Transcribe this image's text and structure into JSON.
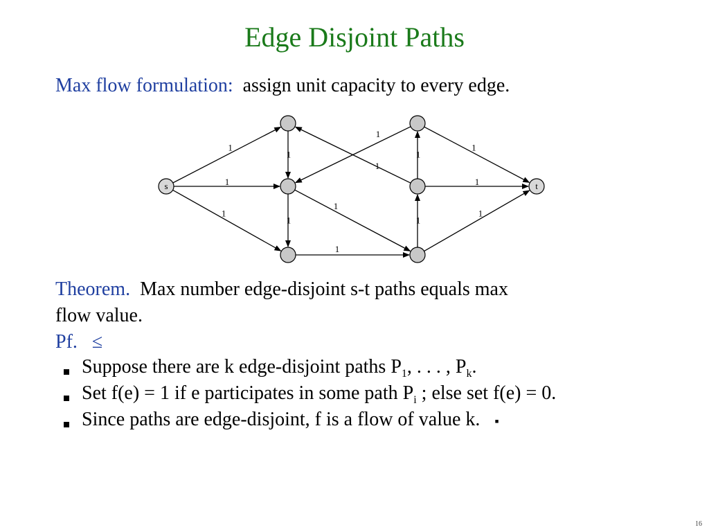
{
  "title": "Edge Disjoint Paths",
  "subtitle": {
    "label": "Max flow formulation:",
    "text": "assign unit capacity to every edge."
  },
  "graph": {
    "nodes": [
      {
        "id": "s",
        "label": "s"
      },
      {
        "id": "a",
        "label": ""
      },
      {
        "id": "b",
        "label": ""
      },
      {
        "id": "c",
        "label": ""
      },
      {
        "id": "d",
        "label": ""
      },
      {
        "id": "e",
        "label": ""
      },
      {
        "id": "f",
        "label": ""
      },
      {
        "id": "t",
        "label": "t"
      }
    ],
    "edges": [
      {
        "from": "s",
        "to": "a",
        "label": "1"
      },
      {
        "from": "s",
        "to": "b",
        "label": "1"
      },
      {
        "from": "s",
        "to": "c",
        "label": "1"
      },
      {
        "from": "a",
        "to": "b",
        "label": "1"
      },
      {
        "from": "b",
        "to": "c",
        "label": "1"
      },
      {
        "from": "c",
        "to": "f",
        "label": "1"
      },
      {
        "from": "b",
        "to": "f",
        "label": "1"
      },
      {
        "from": "d",
        "to": "b",
        "label": "1"
      },
      {
        "from": "e",
        "to": "a",
        "label": "1"
      },
      {
        "from": "e",
        "to": "d",
        "label": "1"
      },
      {
        "from": "f",
        "to": "e",
        "label": "1"
      },
      {
        "from": "d",
        "to": "t",
        "label": "1"
      },
      {
        "from": "e",
        "to": "t",
        "label": "1"
      },
      {
        "from": "f",
        "to": "t",
        "label": "1"
      }
    ]
  },
  "theorem": {
    "label": "Theorem.",
    "text1": "Max number edge-disjoint s-t paths equals max",
    "text2": "flow value."
  },
  "proof": {
    "label": "Pf.",
    "symbol": "≤"
  },
  "bullets": [
    {
      "a": "Suppose there are k edge-disjoint paths P",
      "sub1": "1",
      "b": ", . . . , P",
      "sub2": "k",
      "c": "."
    },
    {
      "a": "Set f(e) = 1 if e participates in some path P",
      "sub1": "i",
      "b": " ;  else set f(e) = 0."
    },
    {
      "a": "Since paths are edge-disjoint, f is a flow of value k.",
      "qed": "▪"
    }
  ],
  "page_number": "16"
}
